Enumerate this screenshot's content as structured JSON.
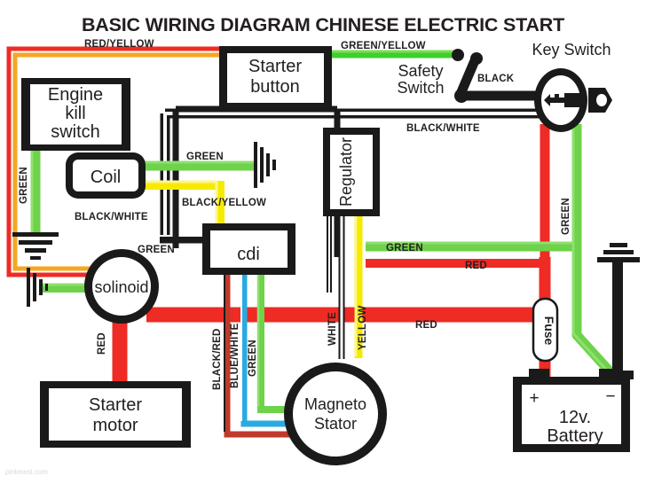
{
  "title": "BASIC WIRING DIAGRAM CHINESE ELECTRIC START",
  "watermark": "pinterest.com",
  "components": {
    "engine_kill_switch": {
      "line1": "Engine",
      "line2": "kill",
      "line3": "switch"
    },
    "starter_button": {
      "line1": "Starter",
      "line2": "button"
    },
    "coil": {
      "label": "Coil"
    },
    "cdi": {
      "label": "cdi"
    },
    "regulator": {
      "label": "Regulator"
    },
    "solinoid": {
      "label": "solinoid"
    },
    "starter_motor": {
      "line1": "Starter",
      "line2": "motor"
    },
    "magneto_stator": {
      "line1": "Magneto",
      "line2": "Stator"
    },
    "battery": {
      "line1": "12v.",
      "line2": "Battery",
      "plus": "+",
      "minus": "−"
    },
    "fuse": {
      "label": "Fuse"
    },
    "key_switch": {
      "label": "Key Switch"
    },
    "safety_switch": {
      "line1": "Safety",
      "line2": "Switch"
    }
  },
  "wire_labels": {
    "red_yellow": "RED/YELLOW",
    "green_yellow": "GREEN/YELLOW",
    "black": "BLACK",
    "black_white_top": "BLACK/WHITE",
    "black_white_left": "BLACK/WHITE",
    "green_coil": "GREEN",
    "black_yellow": "BLACK/YELLOW",
    "green_vertical_left": "GREEN",
    "green_solinoid": "GREEN",
    "green_key": "GREEN",
    "green_regulator": "GREEN",
    "red_regulator": "RED",
    "red_main": "RED",
    "red_solinoid": "RED",
    "black_red": "BLACK/RED",
    "blue_white": "BLUE/WHITE",
    "green_cdi": "GREEN",
    "white": "WHITE",
    "yellow": "YELLOW"
  },
  "colors": {
    "red": "#ee2b24",
    "red_dark": "#c0392b",
    "green": "#6ed24a",
    "green_bright": "#3ecf2b",
    "yellow": "#f5ea00",
    "yellow_dark": "#f2e900",
    "orange": "#f07d1a",
    "blue": "#29abe2",
    "black": "#1a1a1a",
    "white": "#ffffff",
    "text": "#231f20"
  }
}
